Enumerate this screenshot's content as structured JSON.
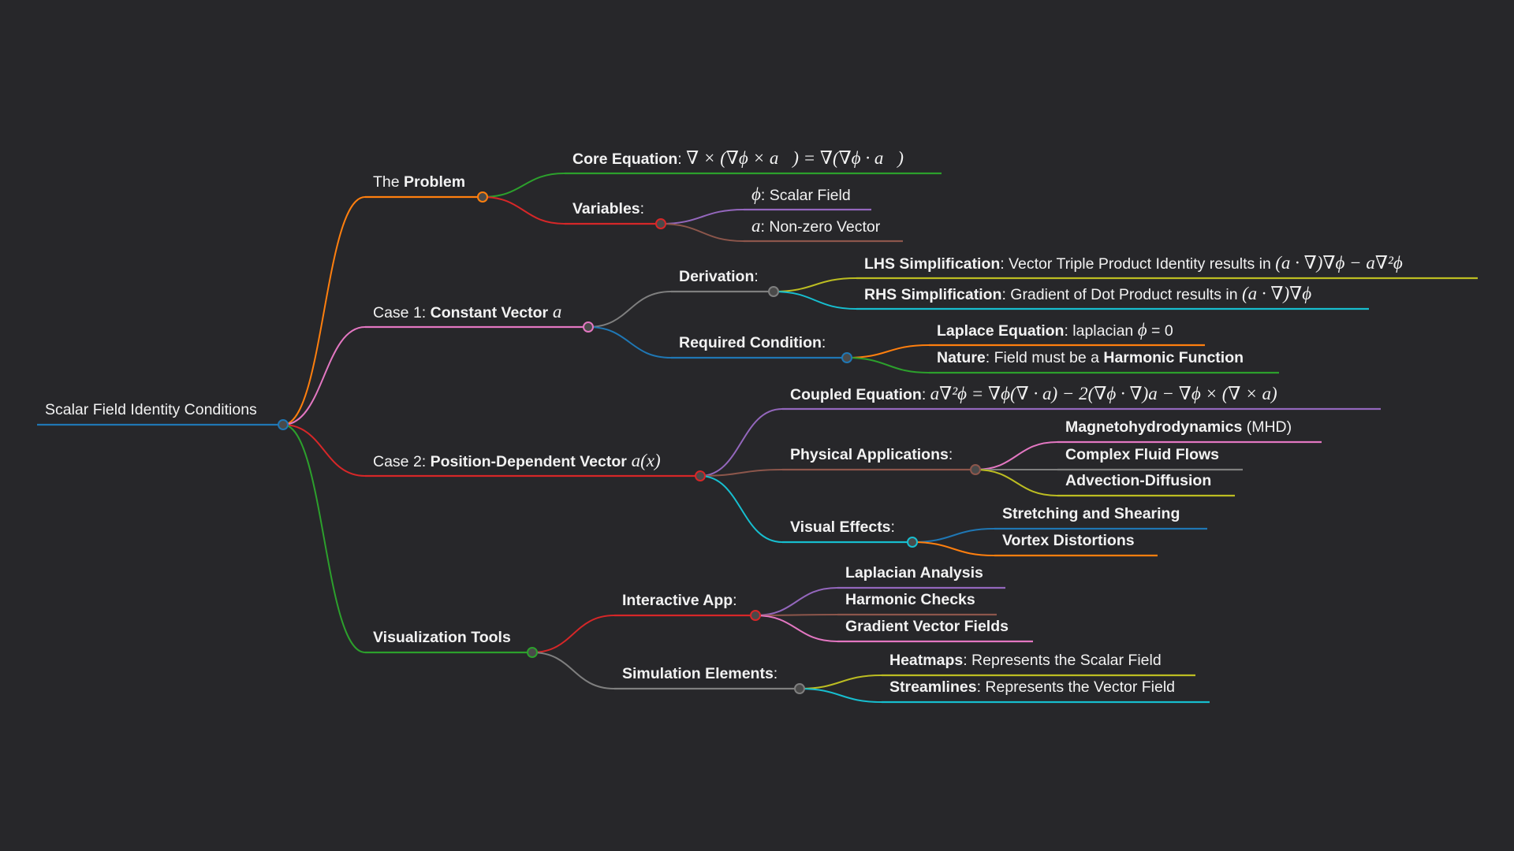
{
  "title": "Scalar Field Identity Conditions",
  "colors": {
    "background": "#27272a",
    "node_fill": "#4a4a4a"
  },
  "tree": {
    "id": "root",
    "color": "#1f77b4",
    "label": [
      {
        "t": "Scalar Field Identity Conditions"
      }
    ],
    "children": [
      {
        "id": "problem",
        "color": "#ff7f0e",
        "label": [
          {
            "t": "The "
          },
          {
            "t": "Problem",
            "b": true
          }
        ],
        "children": [
          {
            "id": "core",
            "color": "#2ca02c",
            "label": [
              {
                "t": "Core Equation",
                "b": true
              },
              {
                "t": ": "
              },
              {
                "t": "∇ × (∇ϕ × a⃗) = ∇(∇ϕ · a⃗)",
                "m": true
              }
            ]
          },
          {
            "id": "vars",
            "color": "#d62728",
            "label": [
              {
                "t": "Variables",
                "b": true
              },
              {
                "t": ":"
              }
            ],
            "children": [
              {
                "id": "phi",
                "color": "#9467bd",
                "label": [
                  {
                    "t": "ϕ",
                    "m": true
                  },
                  {
                    "t": ": Scalar Field"
                  }
                ]
              },
              {
                "id": "avec",
                "color": "#8c564b",
                "label": [
                  {
                    "t": "a",
                    "m": true
                  },
                  {
                    "t": ": Non-zero Vector"
                  }
                ]
              }
            ]
          }
        ]
      },
      {
        "id": "case1",
        "color": "#e377c2",
        "label": [
          {
            "t": "Case 1: "
          },
          {
            "t": "Constant Vector",
            "b": true
          },
          {
            "t": " a",
            "m": true
          }
        ],
        "children": [
          {
            "id": "deriv",
            "color": "#7f7f7f",
            "label": [
              {
                "t": "Derivation",
                "b": true
              },
              {
                "t": ":"
              }
            ],
            "children": [
              {
                "id": "lhs",
                "color": "#bcbd22",
                "label": [
                  {
                    "t": "LHS Simplification",
                    "b": true
                  },
                  {
                    "t": ": Vector Triple Product Identity results in "
                  },
                  {
                    "t": "(a · ∇)∇ϕ − a∇²ϕ",
                    "m": true
                  }
                ]
              },
              {
                "id": "rhs",
                "color": "#17becf",
                "label": [
                  {
                    "t": "RHS Simplification",
                    "b": true
                  },
                  {
                    "t": ": Gradient of Dot Product results in "
                  },
                  {
                    "t": "(a · ∇)∇ϕ",
                    "m": true
                  }
                ]
              }
            ]
          },
          {
            "id": "req",
            "color": "#1f77b4",
            "label": [
              {
                "t": "Required Condition",
                "b": true
              },
              {
                "t": ":"
              }
            ],
            "children": [
              {
                "id": "laplace",
                "color": "#ff7f0e",
                "label": [
                  {
                    "t": "Laplace Equation",
                    "b": true
                  },
                  {
                    "t": ": laplacian "
                  },
                  {
                    "t": "ϕ",
                    "m": true
                  },
                  {
                    "t": " = 0"
                  }
                ]
              },
              {
                "id": "nature",
                "color": "#2ca02c",
                "label": [
                  {
                    "t": "Nature",
                    "b": true
                  },
                  {
                    "t": ": Field must be a "
                  },
                  {
                    "t": "Harmonic Function",
                    "b": true
                  }
                ]
              }
            ]
          }
        ]
      },
      {
        "id": "case2",
        "color": "#d62728",
        "label": [
          {
            "t": "Case 2: "
          },
          {
            "t": "Position-Dependent Vector",
            "b": true
          },
          {
            "t": " a(x)",
            "m": true
          }
        ],
        "children": [
          {
            "id": "coupled",
            "color": "#9467bd",
            "label": [
              {
                "t": "Coupled Equation",
                "b": true
              },
              {
                "t": ": "
              },
              {
                "t": "a∇²ϕ = ∇ϕ(∇ · a) − 2(∇ϕ · ∇)a − ∇ϕ × (∇ × a)",
                "m": true
              }
            ]
          },
          {
            "id": "phys",
            "color": "#8c564b",
            "label": [
              {
                "t": "Physical Applications",
                "b": true
              },
              {
                "t": ":"
              }
            ],
            "children": [
              {
                "id": "mhd",
                "color": "#e377c2",
                "label": [
                  {
                    "t": "Magnetohydrodynamics",
                    "b": true
                  },
                  {
                    "t": " (MHD)"
                  }
                ]
              },
              {
                "id": "fluid",
                "color": "#7f7f7f",
                "label": [
                  {
                    "t": "Complex Fluid Flows",
                    "b": true
                  }
                ]
              },
              {
                "id": "advec",
                "color": "#bcbd22",
                "label": [
                  {
                    "t": "Advection-Diffusion",
                    "b": true
                  }
                ]
              }
            ]
          },
          {
            "id": "visual",
            "color": "#17becf",
            "label": [
              {
                "t": "Visual Effects",
                "b": true
              },
              {
                "t": ":"
              }
            ],
            "children": [
              {
                "id": "stretch",
                "color": "#1f77b4",
                "label": [
                  {
                    "t": "Stretching and Shearing",
                    "b": true
                  }
                ]
              },
              {
                "id": "vortex",
                "color": "#ff7f0e",
                "label": [
                  {
                    "t": "Vortex Distortions",
                    "b": true
                  }
                ]
              }
            ]
          }
        ]
      },
      {
        "id": "viz",
        "color": "#2ca02c",
        "label": [
          {
            "t": "Visualization Tools",
            "b": true
          }
        ],
        "children": [
          {
            "id": "app",
            "color": "#d62728",
            "label": [
              {
                "t": "Interactive App",
                "b": true
              },
              {
                "t": ":"
              }
            ],
            "children": [
              {
                "id": "lapan",
                "color": "#9467bd",
                "label": [
                  {
                    "t": "Laplacian Analysis",
                    "b": true
                  }
                ]
              },
              {
                "id": "harm",
                "color": "#8c564b",
                "label": [
                  {
                    "t": "Harmonic Checks",
                    "b": true
                  }
                ]
              },
              {
                "id": "grad",
                "color": "#e377c2",
                "label": [
                  {
                    "t": "Gradient Vector Fields",
                    "b": true
                  }
                ]
              }
            ]
          },
          {
            "id": "sim",
            "color": "#7f7f7f",
            "label": [
              {
                "t": "Simulation Elements",
                "b": true
              },
              {
                "t": ":"
              }
            ],
            "children": [
              {
                "id": "heat",
                "color": "#bcbd22",
                "label": [
                  {
                    "t": "Heatmaps",
                    "b": true
                  },
                  {
                    "t": ": Represents the Scalar Field"
                  }
                ]
              },
              {
                "id": "stream",
                "color": "#17becf",
                "label": [
                  {
                    "t": "Streamlines",
                    "b": true
                  },
                  {
                    "t": ": Represents the Vector Field"
                  }
                ]
              }
            ]
          }
        ]
      }
    ]
  }
}
